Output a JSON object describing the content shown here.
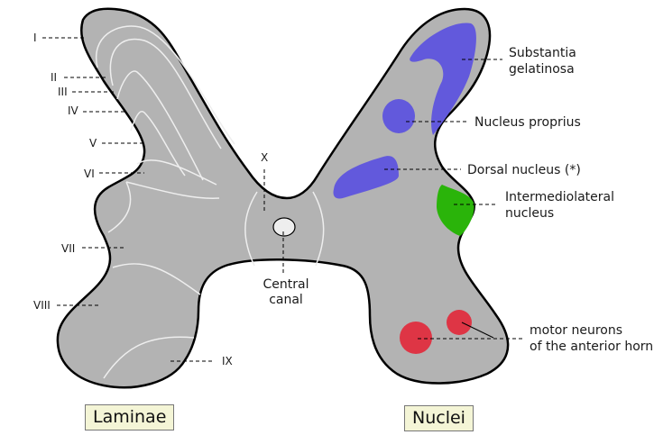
{
  "diagram": {
    "subject": "Spinal cord gray matter cross-section",
    "laminae": {
      "legend": "Laminae",
      "labels": [
        "I",
        "II",
        "III",
        "IV",
        "V",
        "VI",
        "VII",
        "VIII",
        "IX",
        "X"
      ]
    },
    "central_canal": {
      "line1": "Central",
      "line2": "canal"
    },
    "nuclei": {
      "legend": "Nuclei",
      "items": [
        {
          "line1": "Substantia",
          "line2": "gelatinosa",
          "color": "#6259dc"
        },
        {
          "line1": "Nucleus proprius",
          "line2": "",
          "color": "#6259dc"
        },
        {
          "line1": "Dorsal nucleus (*)",
          "line2": "",
          "color": "#6259dc"
        },
        {
          "line1": "Intermediolateral",
          "line2": "nucleus",
          "color": "#2ab40a"
        },
        {
          "line1": "motor neurons",
          "line2": "of the anterior horn",
          "color": "#de3545"
        }
      ]
    },
    "colors": {
      "gray_matter": "#b3b3b3",
      "outline": "#000000",
      "lamina_lines": "#eeeeee",
      "central_canal_fill": "#eeeeee",
      "legend_bg": "#f4f5d6"
    }
  }
}
